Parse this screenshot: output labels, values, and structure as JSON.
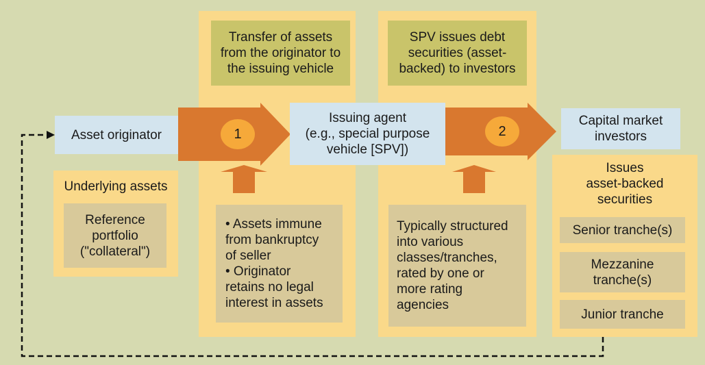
{
  "column1": {
    "transfer_box": "Transfer of assets\nfrom the originator to\nthe issuing vehicle",
    "step_number": "1",
    "notes_box": "• Assets immune\nfrom bankruptcy\nof seller\n• Originator\nretains no legal\ninterest in assets"
  },
  "column2": {
    "spv_box": "SPV issues debt\nsecurities (asset-\nbacked) to investors",
    "step_number": "2",
    "notes_box": "Typically structured\ninto various\nclasses/tranches,\nrated by one or\nmore rating\nagencies"
  },
  "left": {
    "asset_originator": "Asset originator",
    "underlying_assets_title": "Underlying assets",
    "reference_portfolio": "Reference\nportfolio\n(\"collateral\")"
  },
  "center": {
    "issuing_agent": "Issuing agent\n(e.g., special purpose\nvehicle [SPV])"
  },
  "right": {
    "capital_market_investors": "Capital market\ninvestors",
    "issues_title": "Issues\nasset-backed\nsecurities",
    "tranches": [
      "Senior tranche(s)",
      "Mezzanine\ntranche(s)",
      "Junior tranche"
    ]
  },
  "colors": {
    "background": "#d6dab0",
    "column_fill": "#fad98a",
    "olive_box": "#c9c46a",
    "tan_box": "#d8c99a",
    "blue_box": "#d3e4ee",
    "arrow": "#d9782f",
    "circle": "#f6a93a"
  }
}
